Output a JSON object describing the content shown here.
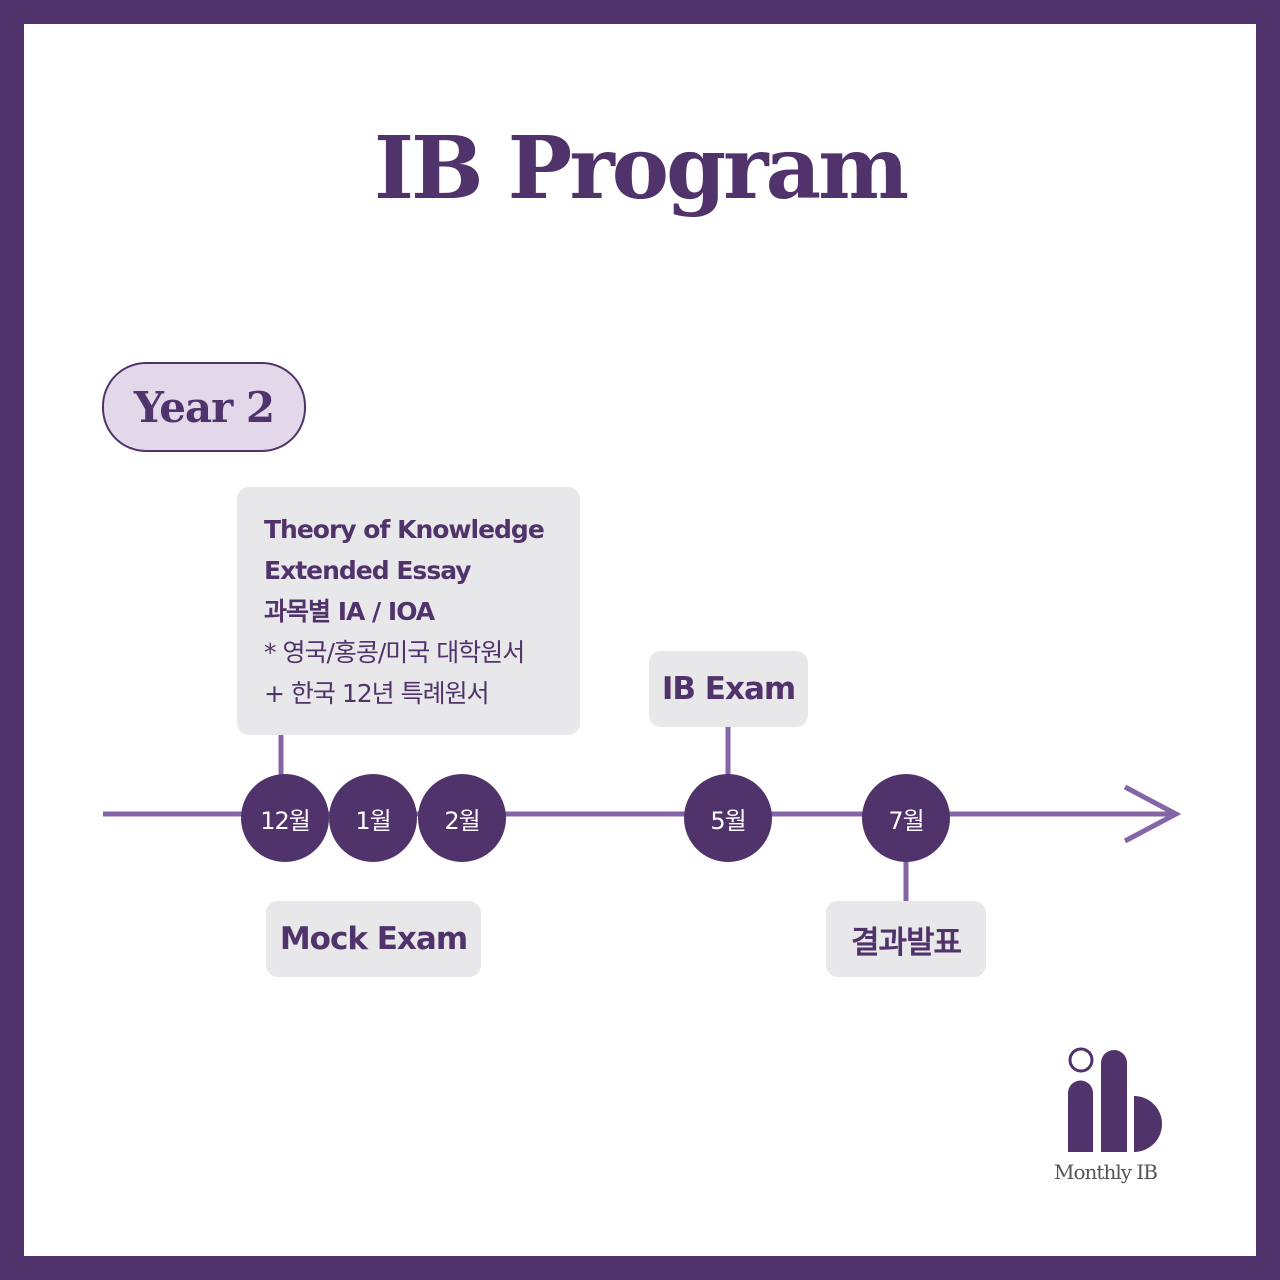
{
  "title": "IB Program",
  "year_label": "Year 2",
  "main_box": {
    "lines": [
      "Theory of Knowledge",
      "Extended Essay",
      "과목별 IA / IOA",
      "* 영국/홍콩/미국 대학원서",
      "+ 한국 12년 특례원서"
    ]
  },
  "months": [
    "12월",
    "1월",
    "2월",
    "5월",
    "7월"
  ],
  "events": {
    "ib_exam": "IB Exam",
    "mock_exam": "Mock Exam",
    "results": "결과발표"
  },
  "logo": {
    "text": "Monthly IB"
  },
  "colors": {
    "primary": "#51336b",
    "line": "#8466a8",
    "box": "#e8e8ea",
    "pill": "#e3d7ea"
  }
}
